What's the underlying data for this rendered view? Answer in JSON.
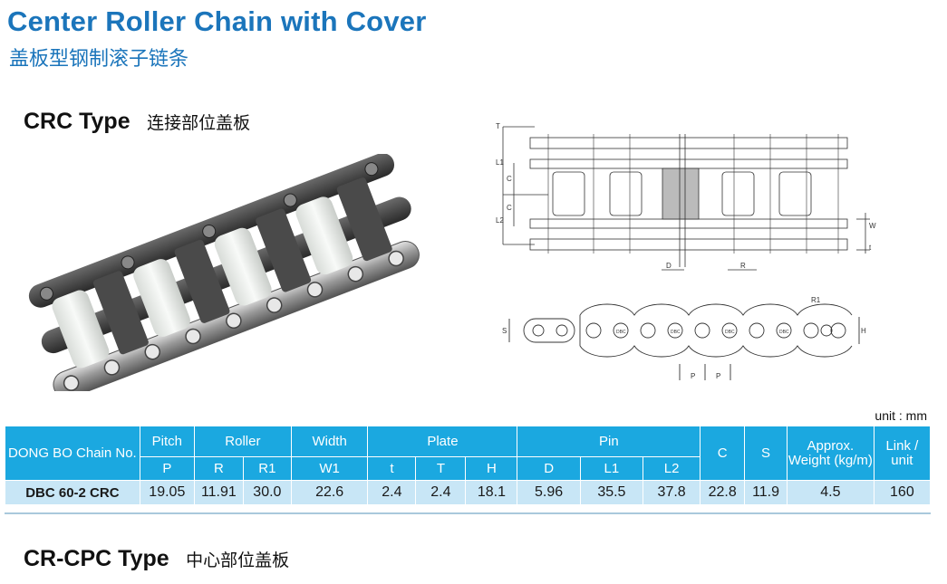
{
  "title": {
    "en": "Center Roller Chain with Cover",
    "cn": "盖板型钢制滚子链条"
  },
  "sections": {
    "crc": {
      "name": "CRC Type",
      "cn": "连接部位盖板"
    },
    "crcpc": {
      "name": "CR-CPC Type",
      "cn": "中心部位盖板"
    }
  },
  "drawing_labels": {
    "T": "T",
    "L1": "L1",
    "L2": "L2",
    "C": "C",
    "D": "D",
    "R": "R",
    "W": "W",
    "t": "t",
    "R1": "R1",
    "S": "S",
    "H": "H",
    "P": "P",
    "DBC": "DBC"
  },
  "unit": "unit : mm",
  "table": {
    "headers": {
      "chain_no": "DONG BO Chain No.",
      "pitch": "Pitch",
      "roller": "Roller",
      "width": "Width",
      "plate": "Plate",
      "pin": "Pin",
      "c": "C",
      "s": "S",
      "weight": "Approx. Weight (kg/m)",
      "link": "Link / unit",
      "p": "P",
      "r": "R",
      "r1": "R1",
      "w1": "W1",
      "t_small": "t",
      "t_big": "T",
      "h": "H",
      "d": "D",
      "l1": "L1",
      "l2": "L2"
    },
    "row": {
      "chain_no": "DBC 60-2 CRC",
      "p": "19.05",
      "r": "11.91",
      "r1": "30.0",
      "w1": "22.6",
      "t_small": "2.4",
      "t_big": "2.4",
      "h": "18.1",
      "d": "5.96",
      "l1": "35.5",
      "l2": "37.8",
      "c": "22.8",
      "s": "11.9",
      "weight": "4.5",
      "link": "160"
    }
  },
  "colors": {
    "title": "#1b75bb",
    "header_bg": "#1ba8e0",
    "row_bg": "#c8e6f6"
  }
}
